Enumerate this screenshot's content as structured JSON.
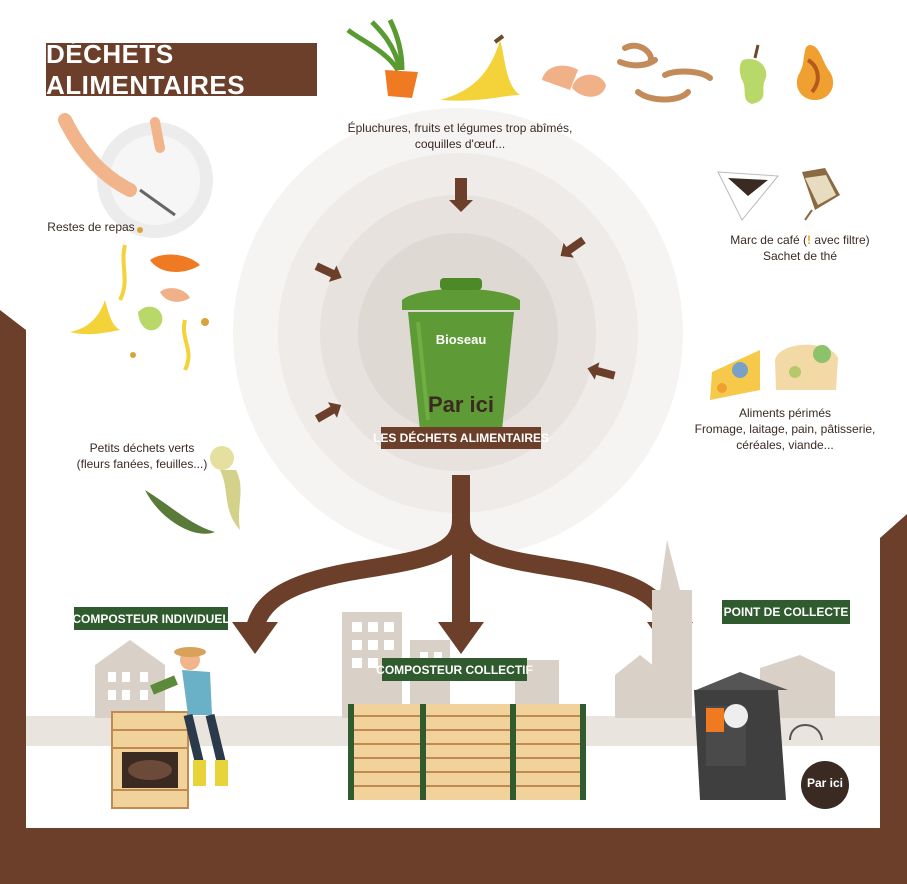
{
  "title": "DÉCHETS ALIMENTAIRES",
  "colors": {
    "brown": "#6b3f2a",
    "green_label": "#2f5b2e",
    "bin_green": "#5e9a35",
    "accent_orange": "#f2a01f"
  },
  "sources": {
    "peelings": "Épluchures, fruits et légumes trop abîmés,\ncoquilles d'œuf...",
    "leftovers": "Restes de repas",
    "coffee_prefix": "Marc de café (",
    "coffee_warning": "!",
    "coffee_suffix": " avec filtre)",
    "tea": "Sachet de thé",
    "expired_title": "Aliments périmés",
    "expired_detail": "Fromage, laitage, pain, pâtisserie,\ncéréales, viande...",
    "green_waste": "Petits déchets verts\n(fleurs fanées, feuilles...)"
  },
  "bin": {
    "name": "Bioseau",
    "slogan": "Par ici",
    "banner": "LES DÉCHETS ALIMENTAIRES"
  },
  "destinations": {
    "individual": "COMPOSTEUR INDIVIDUEL",
    "collective": "COMPOSTEUR COLLECTIF",
    "collection_point": "POINT DE COLLECTE",
    "tag_text": "Par ici"
  },
  "icons": [
    "carrot-icon",
    "banana-peel-icon",
    "eggshell-icon",
    "peel-strips-icon",
    "apple-core-icon",
    "pear-icon",
    "plate-icon",
    "coffee-filter-icon",
    "tea-bag-icon",
    "cheese-icon",
    "bread-icon",
    "leaves-icon",
    "compost-bin-icon",
    "gardener-icon",
    "collective-composter-icon",
    "collection-container-icon",
    "key-tag-icon"
  ]
}
